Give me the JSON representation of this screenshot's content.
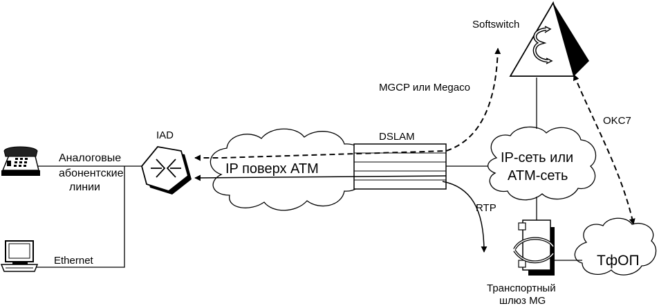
{
  "labels": {
    "softswitch": "Softswitch",
    "mgcp": "MGCP или Megaco",
    "oks7": "OKC7",
    "iad": "IAD",
    "dslam": "DSLAM",
    "ip_over_atm": "IP поверх ATM",
    "ip_net_line1": "IP-сеть или",
    "ip_net_line2": "ATM-сеть",
    "rtp": "RTP",
    "analog_line1": "Аналоговые",
    "analog_line2": "абонентские",
    "analog_line3": "линии",
    "ethernet": "Ethernet",
    "mg_line1": "Транспортный",
    "mg_line2": "шлюз MG",
    "pstn": "ТфОП"
  },
  "icons": {
    "phone": "telephone-icon",
    "computer": "computer-icon",
    "iad": "router-icon",
    "dslam": "dslam-icon",
    "softswitch": "pyramid-softswitch-icon",
    "gateway": "media-gateway-icon",
    "clouds": "cloud-icon"
  }
}
